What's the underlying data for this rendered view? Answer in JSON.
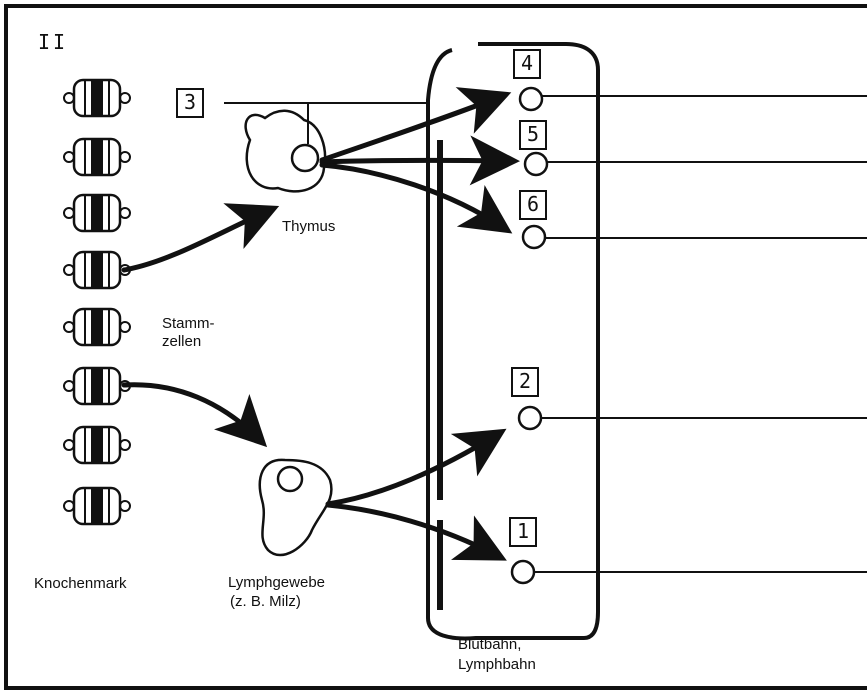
{
  "figure_label": "II",
  "labels": {
    "thymus": "Thymus",
    "stem_cells_line1": "Stamm-",
    "stem_cells_line2": "zellen",
    "bone_marrow": "Knochenmark",
    "lymph_tissue_line1": "Lymphgewebe",
    "lymph_tissue_line2": "(z. B. Milz)",
    "blood_line1": "Blutbahn,",
    "blood_line2": "Lymphbahn"
  },
  "number_boxes": {
    "box_3": "3",
    "box_4": "4",
    "box_5": "5",
    "box_6": "6",
    "box_2": "2",
    "box_1": "1"
  },
  "colors": {
    "ink": "#111111",
    "background": "#ffffff"
  }
}
